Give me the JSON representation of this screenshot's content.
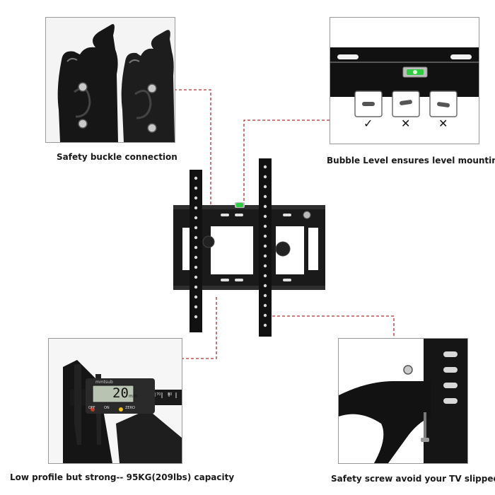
{
  "captions": {
    "top_left": "Safety buckle connection",
    "top_right": "Bubble Level ensures level mounting",
    "bottom_left": "Low profile but strong-- 95KG(209lbs) capacity",
    "bottom_right": "Safety screw avoid your TV slipped"
  },
  "level_marks": {
    "good": "✓",
    "bad_1": "✕",
    "bad_2": "✕"
  },
  "caliper": {
    "brand": "mmtsub",
    "reading": "20",
    "unit": "mm",
    "off_label": "OFF",
    "on_label": "ON",
    "zero_label": "ZERO",
    "scale_70": "70",
    "scale_80": "80"
  },
  "colors": {
    "bracket": "#141414",
    "connector": "#b03030",
    "level_green": "#2ecc40"
  }
}
